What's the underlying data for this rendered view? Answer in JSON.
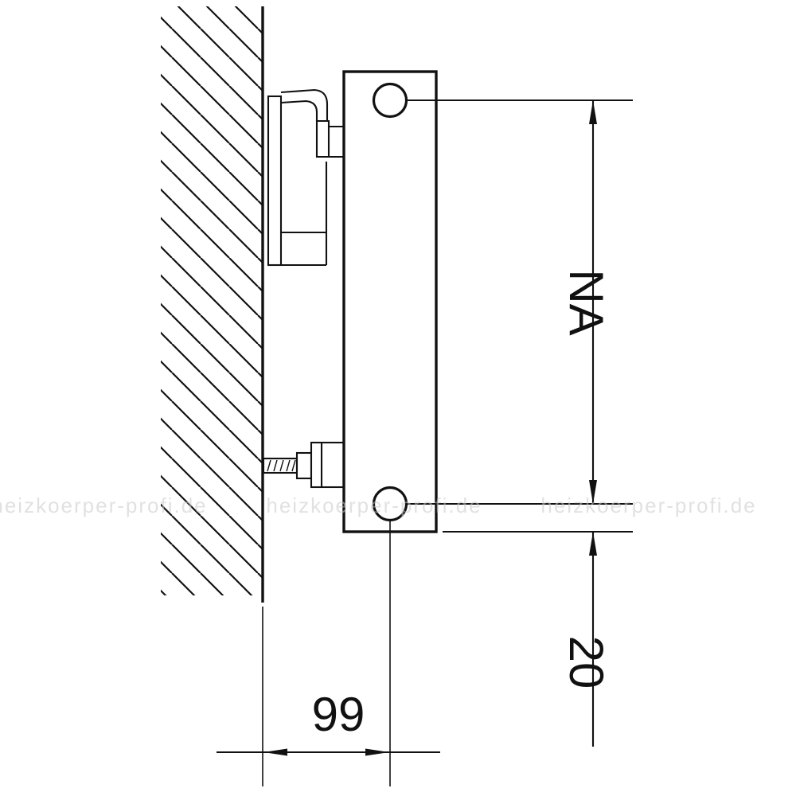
{
  "drawing": {
    "type": "technical side-view of a wall-mounted radiator with bracket and fixing screw",
    "dimensions": {
      "connection_spacing_label": "NA",
      "bottom_offset_label": "20",
      "wall_distance_label": "99"
    },
    "watermark": "heizkoerper-profi.de",
    "colors": {
      "line": "#111111",
      "background": "#ffffff",
      "watermark": "#c9c9c9"
    }
  }
}
